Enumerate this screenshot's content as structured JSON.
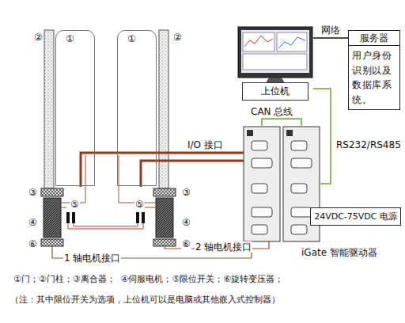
{
  "diagram": {
    "nodes": [
      {
        "text": [
          "①"
        ]
      },
      {
        "text": [
          "①"
        ]
      },
      {
        "text": [
          "上位机"
        ]
      },
      {
        "text": [
          "服务器"
        ]
      },
      {
        "text": [
          "用户身份识别以及数据库系统。"
        ]
      },
      {
        "text": [
          "24VDC-75VDC 电源"
        ]
      }
    ],
    "edges": [
      {
        "from": 2,
        "to": 3,
        "label": "网络",
        "arrow": "none"
      }
    ],
    "labels": [
      "②",
      "②",
      "③",
      "③",
      "④",
      "④",
      "⑤",
      "⑤",
      "⑥",
      "⑥",
      "CAN 总线",
      "I/O 接口",
      "RS232/RS485",
      "1 轴电机接口",
      "2 轴电机接口",
      "iGate 智能驱动器",
      "①门；②门柱；③离合器；  ④伺服电机；⑤限位开关；⑥旋转变压器；",
      "（注：其中限位开关为选项，上位机可以是电脑或其他嵌入式控制器）"
    ]
  }
}
